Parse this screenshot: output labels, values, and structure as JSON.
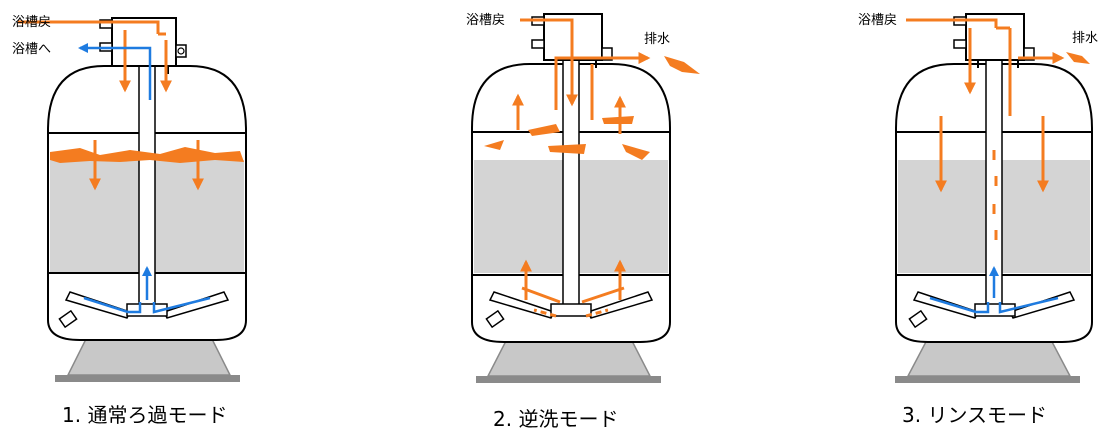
{
  "panels": [
    {
      "id": "normal",
      "labels": {
        "return": "浴槽戻",
        "to_bath": "浴槽へ"
      },
      "caption": "1. 通常ろ過モード"
    },
    {
      "id": "backwash",
      "labels": {
        "return": "浴槽戻",
        "drain": "排水"
      },
      "caption": "2. 逆洗モード"
    },
    {
      "id": "rinse",
      "labels": {
        "return": "浴槽戻",
        "drain": "排水"
      },
      "caption": "3. リンスモード"
    }
  ],
  "colors": {
    "water_flow": "#f47c20",
    "clean_flow": "#1e7be0",
    "filter_media": "#d4d4d4"
  }
}
